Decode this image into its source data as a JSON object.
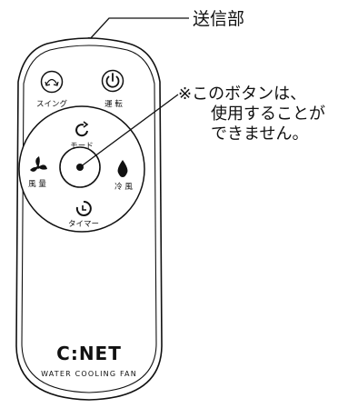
{
  "transmitter_label": "送信部",
  "callout": {
    "line1": "※このボタンは、",
    "line2": "使用することが",
    "line3": "できません。"
  },
  "buttons": {
    "swing": "スイング",
    "power": "運 転",
    "mode": "モード",
    "fan": "風 量",
    "cool": "冷 風",
    "timer": "タイマー"
  },
  "brand": {
    "logo": "C:NET",
    "product": "WATER COOLING FAN"
  }
}
